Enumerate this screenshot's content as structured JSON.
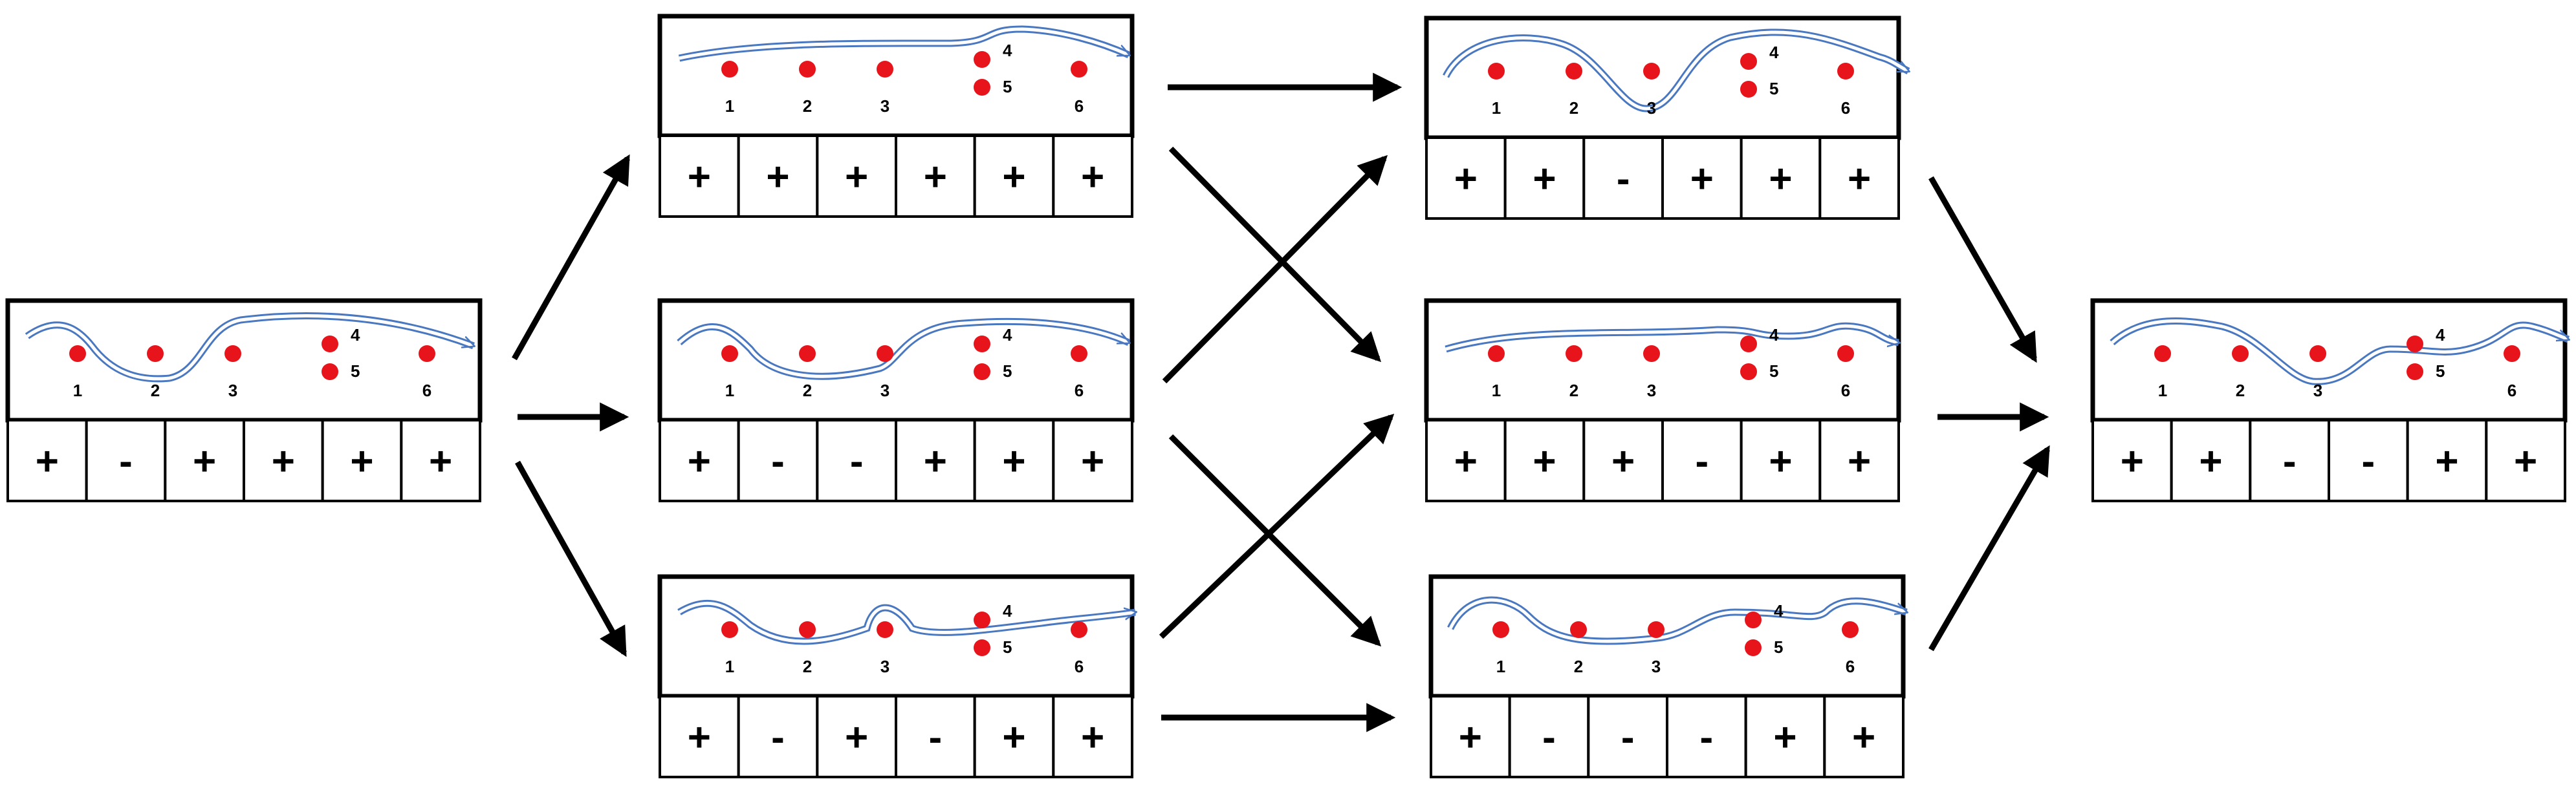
{
  "colors": {
    "dot": "#e8141c",
    "path": "#4a78c0",
    "path_inner": "#ffffff",
    "border": "#000000",
    "arrow": "#000000"
  },
  "point_labels": [
    "1",
    "2",
    "3",
    "4",
    "5",
    "6"
  ],
  "panels": [
    {
      "id": "start",
      "signs": [
        "+",
        "-",
        "+",
        "+",
        "+",
        "+"
      ]
    },
    {
      "id": "top",
      "signs": [
        "+",
        "+",
        "+",
        "+",
        "+",
        "+"
      ]
    },
    {
      "id": "middle",
      "signs": [
        "+",
        "-",
        "-",
        "+",
        "+",
        "+"
      ]
    },
    {
      "id": "bottom",
      "signs": [
        "+",
        "-",
        "+",
        "-",
        "+",
        "+"
      ]
    },
    {
      "id": "right-top",
      "signs": [
        "+",
        "+",
        "-",
        "+",
        "+",
        "+"
      ]
    },
    {
      "id": "right-middle",
      "signs": [
        "+",
        "+",
        "+",
        "-",
        "+",
        "+"
      ]
    },
    {
      "id": "right-bottom",
      "signs": [
        "+",
        "-",
        "-",
        "-",
        "+",
        "+"
      ]
    },
    {
      "id": "final",
      "signs": [
        "+",
        "+",
        "-",
        "-",
        "+",
        "+"
      ]
    }
  ],
  "connections": [
    [
      "start",
      "top"
    ],
    [
      "start",
      "middle"
    ],
    [
      "start",
      "bottom"
    ],
    [
      "top",
      "right-top"
    ],
    [
      "top",
      "right-middle"
    ],
    [
      "middle",
      "right-top"
    ],
    [
      "middle",
      "right-bottom"
    ],
    [
      "bottom",
      "right-middle"
    ],
    [
      "bottom",
      "right-bottom"
    ],
    [
      "right-top",
      "final"
    ],
    [
      "right-middle",
      "final"
    ],
    [
      "right-bottom",
      "final"
    ]
  ]
}
